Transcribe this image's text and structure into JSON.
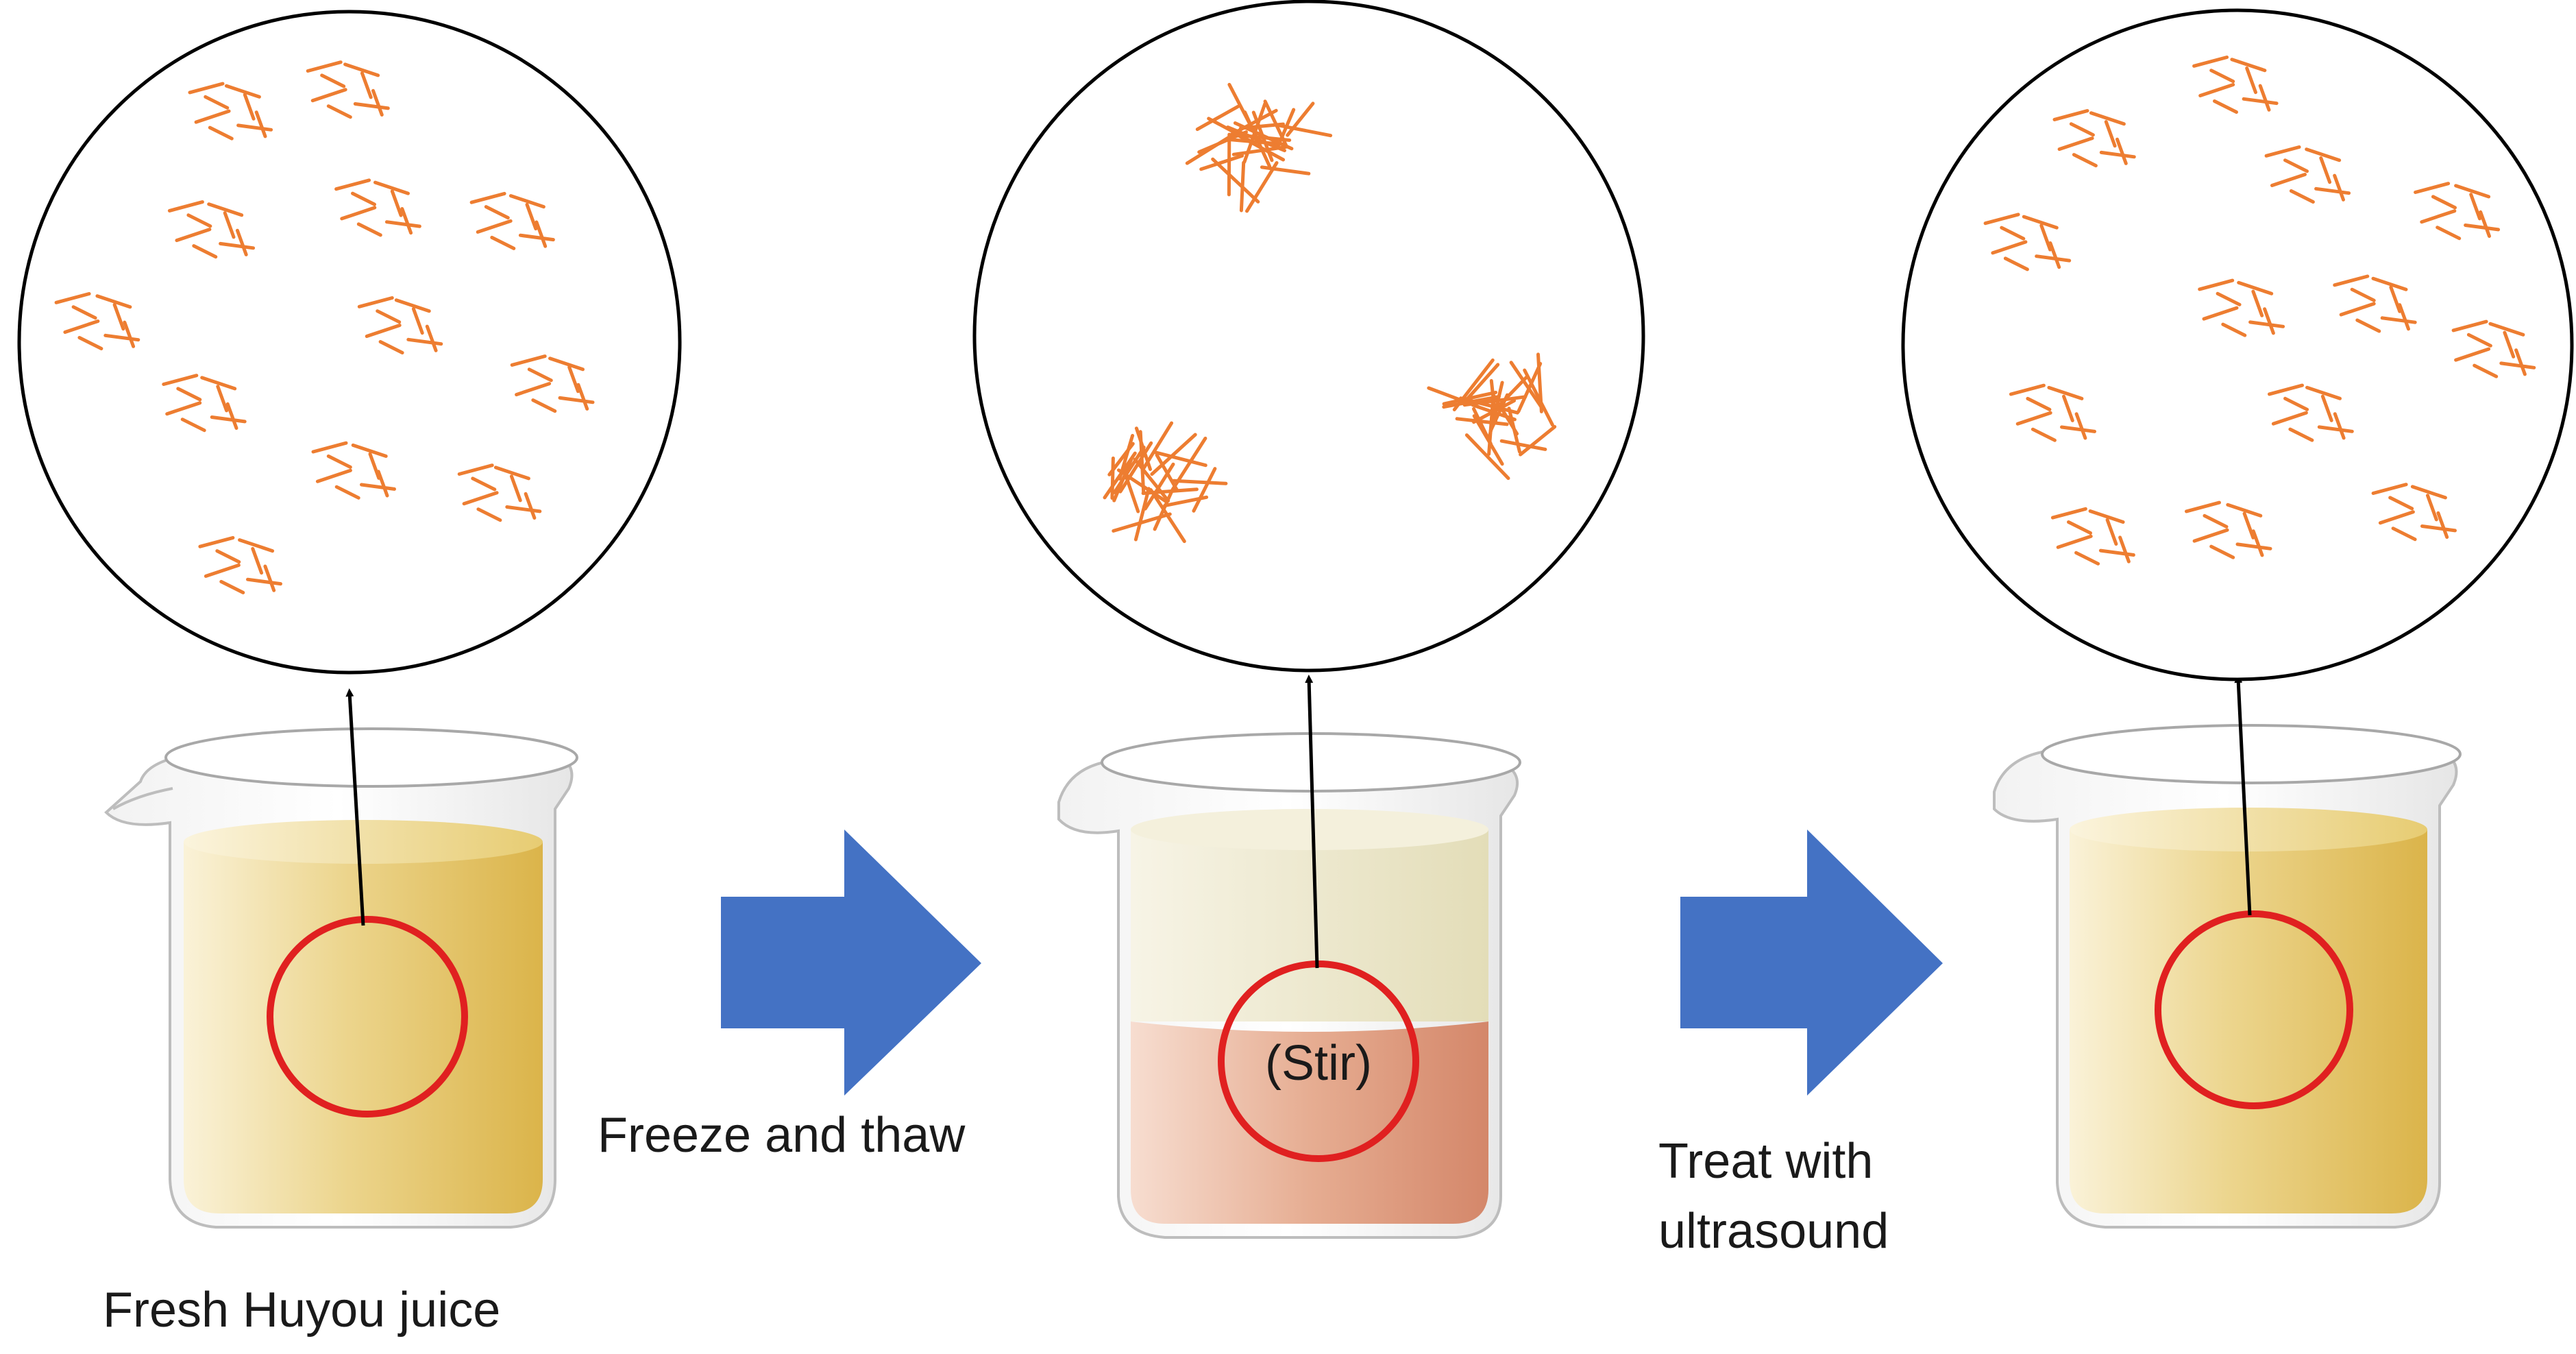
{
  "labels": {
    "step1": "Fresh Huyou juice",
    "step2": "Freeze and thaw",
    "step3_line1": "Treat with",
    "step3_line2": "ultrasound",
    "stir": "(Stir)"
  },
  "colors": {
    "juice_fresh": "#e1bf55",
    "juice_cloudy_top": "#ece8cf",
    "juice_sediment": "#d7896c",
    "arrow": "#4472c4",
    "highlight_circle": "#e02020",
    "particle": "#ed7d31",
    "outline": "#000000",
    "glass": "#b4b4b4"
  },
  "icons": {
    "process_arrow": "right-block-arrow-icon",
    "beaker": "beaker-icon",
    "magnifier": "magnified-view-circle"
  }
}
